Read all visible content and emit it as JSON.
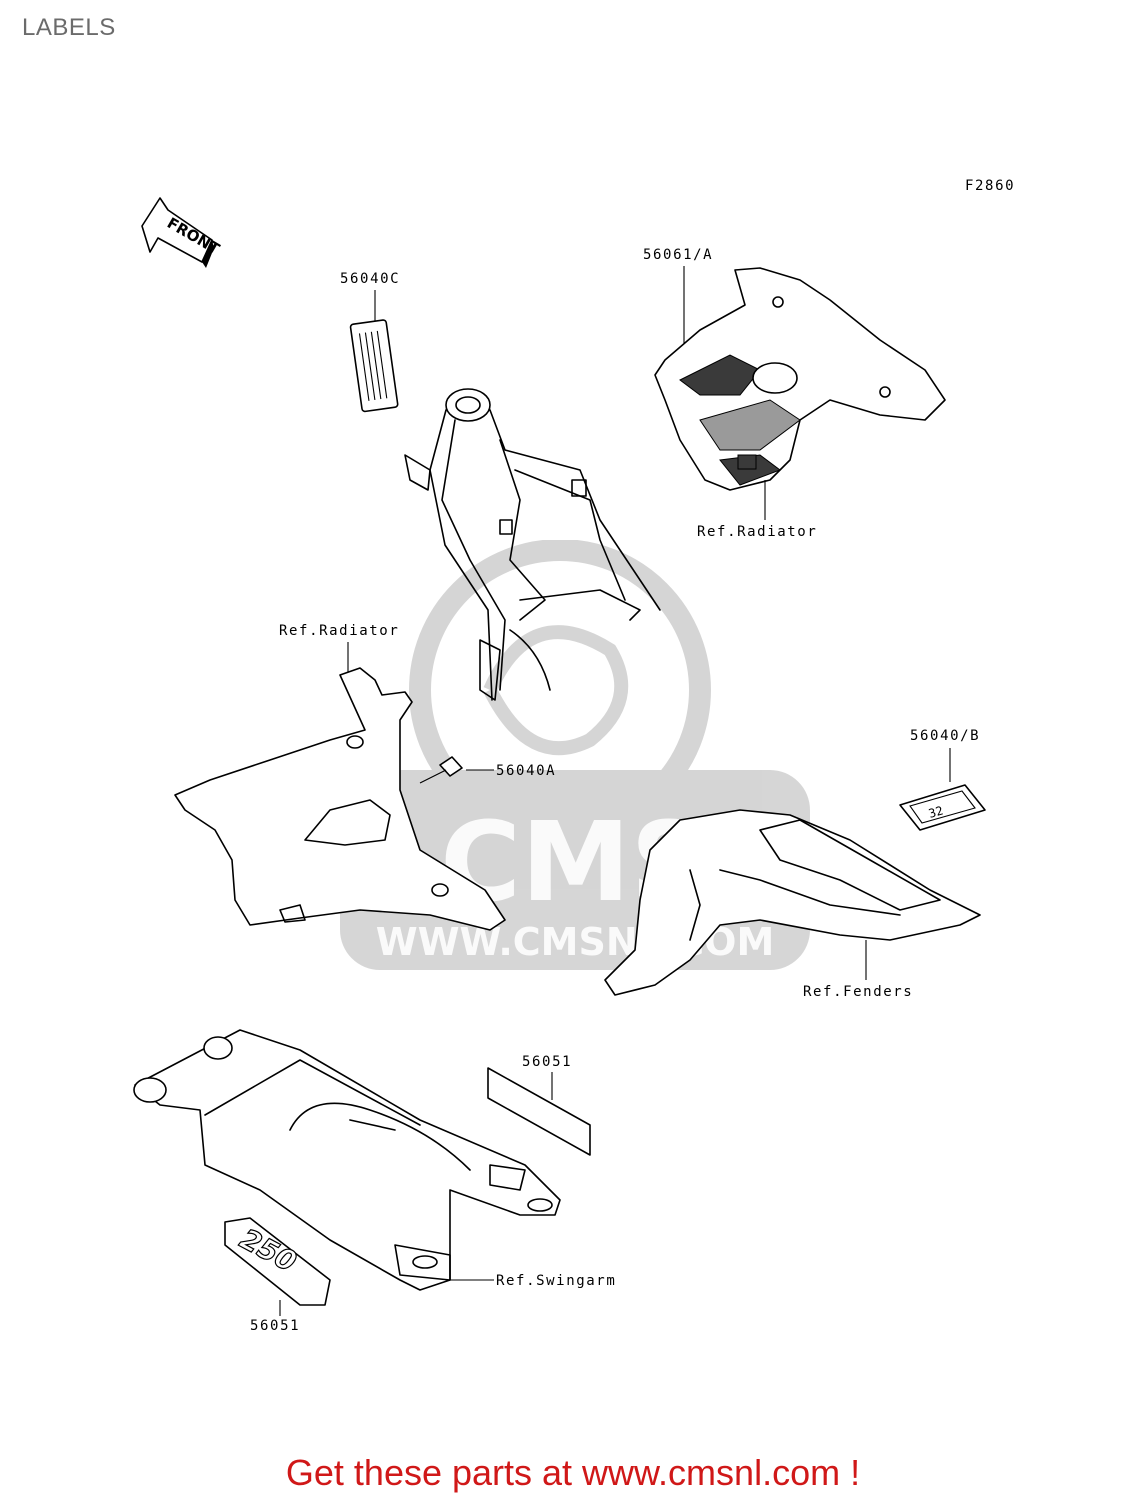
{
  "page": {
    "title": "LABELS"
  },
  "figure_code": "F2860",
  "front_marker": {
    "text": "FRONT",
    "icon": "front-arrow-icon"
  },
  "watermark": {
    "brand": "CMS",
    "url": "WWW.CMSNL.COM"
  },
  "callouts": {
    "label_56040C": "56040C",
    "label_56061A": "56061/A",
    "ref_radiator_top": "Ref.Radiator",
    "ref_radiator_left": "Ref.Radiator",
    "label_56040A": "56040A",
    "label_56040B": "56040/B",
    "ref_fenders": "Ref.Fenders",
    "label_56051_top": "56051",
    "label_56051_bottom": "56051",
    "ref_swingarm": "Ref.Swingarm"
  },
  "decal_text": {
    "plate": "32",
    "number_decal": "250"
  },
  "footer": {
    "text": "Get these parts at www.cmsnl.com !"
  }
}
